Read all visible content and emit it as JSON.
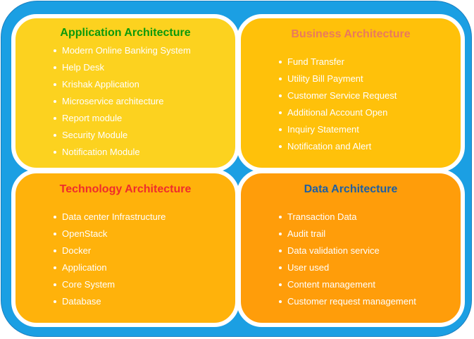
{
  "quadrants": {
    "application": {
      "title": "Application Architecture",
      "items": [
        "Modern Online Banking System",
        "Help Desk",
        "Krishak Application",
        "Microservice architecture",
        "Report module",
        "Security Module",
        "Notification Module"
      ]
    },
    "business": {
      "title": "Business Architecture",
      "items": [
        "Fund Transfer",
        "Utility Bill Payment",
        "Customer Service Request",
        "Additional Account Open",
        "Inquiry Statement",
        "Notification and Alert"
      ]
    },
    "technology": {
      "title": "Technology Architecture",
      "items": [
        "Data center Infrastructure",
        "OpenStack",
        "Docker",
        "Application",
        "Core System",
        "Database"
      ]
    },
    "data": {
      "title": "Data Architecture",
      "items": [
        "Transaction Data",
        "Audit trail",
        "Data validation service",
        "User used",
        "Content management",
        "Customer request management"
      ]
    }
  },
  "colors": {
    "frame": "#1b9fe3",
    "application_fill": "#fcd21f",
    "business_fill": "#ffc10a",
    "technology_fill": "#ffb20b",
    "data_fill": "#ff9d0a",
    "application_title": "#0b9a0b",
    "business_title": "#ea7a5c",
    "technology_title": "#ef2c2c",
    "data_title": "#1e5fa3"
  }
}
